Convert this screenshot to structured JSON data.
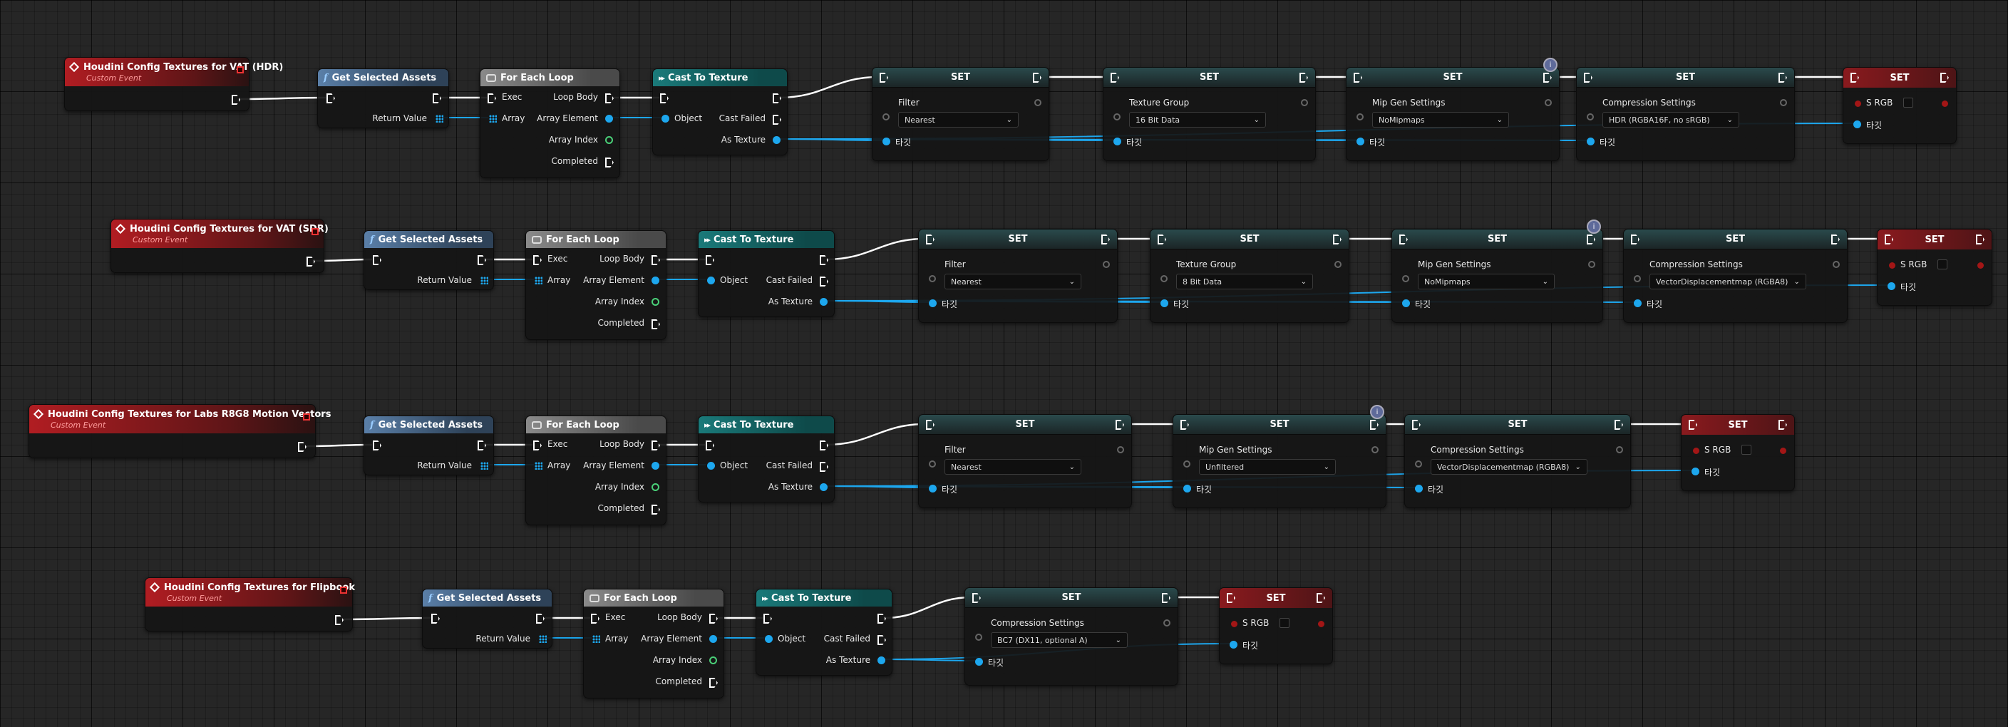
{
  "graph": {
    "rows": [
      {
        "event": {
          "title": "Houdini Config Textures for VAT (HDR)",
          "subtitle": "Custom Event"
        },
        "get_assets": {
          "title": "Get Selected Assets",
          "return_value": "Return Value"
        },
        "loop": {
          "title": "For Each Loop",
          "exec": "Exec",
          "array": "Array",
          "loop_body": "Loop Body",
          "array_element": "Array Element",
          "array_index": "Array Index",
          "completed": "Completed"
        },
        "cast": {
          "title": "Cast To Texture",
          "object": "Object",
          "cast_failed": "Cast Failed",
          "as_texture": "As Texture"
        },
        "sets": [
          {
            "title": "SET",
            "property": "Filter",
            "value": "Nearest",
            "target": "타깃"
          },
          {
            "title": "SET",
            "property": "Texture Group",
            "value": "16 Bit Data",
            "target": "타깃"
          },
          {
            "title": "SET",
            "property": "Mip Gen Settings",
            "value": "NoMipmaps",
            "target": "타깃"
          },
          {
            "title": "SET",
            "property": "Compression Settings",
            "value": "HDR (RGBA16F, no sRGB)",
            "target": "타깃"
          }
        ],
        "final": {
          "title": "SET",
          "property": "S RGB",
          "target": "타깃"
        }
      },
      {
        "event": {
          "title": "Houdini Config Textures for VAT (SDR)",
          "subtitle": "Custom Event"
        },
        "get_assets": {
          "title": "Get Selected Assets",
          "return_value": "Return Value"
        },
        "loop": {
          "title": "For Each Loop",
          "exec": "Exec",
          "array": "Array",
          "loop_body": "Loop Body",
          "array_element": "Array Element",
          "array_index": "Array Index",
          "completed": "Completed"
        },
        "cast": {
          "title": "Cast To Texture",
          "object": "Object",
          "cast_failed": "Cast Failed",
          "as_texture": "As Texture"
        },
        "sets": [
          {
            "title": "SET",
            "property": "Filter",
            "value": "Nearest",
            "target": "타깃"
          },
          {
            "title": "SET",
            "property": "Texture Group",
            "value": "8 Bit Data",
            "target": "타깃"
          },
          {
            "title": "SET",
            "property": "Mip Gen Settings",
            "value": "NoMipmaps",
            "target": "타깃"
          },
          {
            "title": "SET",
            "property": "Compression Settings",
            "value": "VectorDisplacementmap (RGBA8)",
            "target": "타깃"
          }
        ],
        "final": {
          "title": "SET",
          "property": "S RGB",
          "target": "타깃"
        }
      },
      {
        "event": {
          "title": "Houdini Config Textures for Labs R8G8 Motion Vectors",
          "subtitle": "Custom Event"
        },
        "get_assets": {
          "title": "Get Selected Assets",
          "return_value": "Return Value"
        },
        "loop": {
          "title": "For Each Loop",
          "exec": "Exec",
          "array": "Array",
          "loop_body": "Loop Body",
          "array_element": "Array Element",
          "array_index": "Array Index",
          "completed": "Completed"
        },
        "cast": {
          "title": "Cast To Texture",
          "object": "Object",
          "cast_failed": "Cast Failed",
          "as_texture": "As Texture"
        },
        "sets": [
          {
            "title": "SET",
            "property": "Filter",
            "value": "Nearest",
            "target": "타깃"
          },
          {
            "title": "SET",
            "property": "Mip Gen Settings",
            "value": "Unfiltered",
            "target": "타깃"
          },
          {
            "title": "SET",
            "property": "Compression Settings",
            "value": "VectorDisplacementmap (RGBA8)",
            "target": "타깃"
          }
        ],
        "final": {
          "title": "SET",
          "property": "S RGB",
          "target": "타깃"
        }
      },
      {
        "event": {
          "title": "Houdini Config Textures for Flipbook",
          "subtitle": "Custom Event"
        },
        "get_assets": {
          "title": "Get Selected Assets",
          "return_value": "Return Value"
        },
        "loop": {
          "title": "For Each Loop",
          "exec": "Exec",
          "array": "Array",
          "loop_body": "Loop Body",
          "array_element": "Array Element",
          "array_index": "Array Index",
          "completed": "Completed"
        },
        "cast": {
          "title": "Cast To Texture",
          "object": "Object",
          "cast_failed": "Cast Failed",
          "as_texture": "As Texture"
        },
        "sets": [
          {
            "title": "SET",
            "property": "Compression Settings",
            "value": "BC7 (DX11, optional A)",
            "target": "타깃"
          }
        ],
        "final": {
          "title": "SET",
          "property": "S RGB",
          "target": "타깃"
        }
      }
    ],
    "colors": {
      "exec_wire": "#ffffff",
      "object_wire": "#1da7ee",
      "event_header": "#b11d22",
      "function_header": "#5a7fa8",
      "cast_header": "#1a7a7a",
      "set_header": "#2a4a4c"
    }
  }
}
